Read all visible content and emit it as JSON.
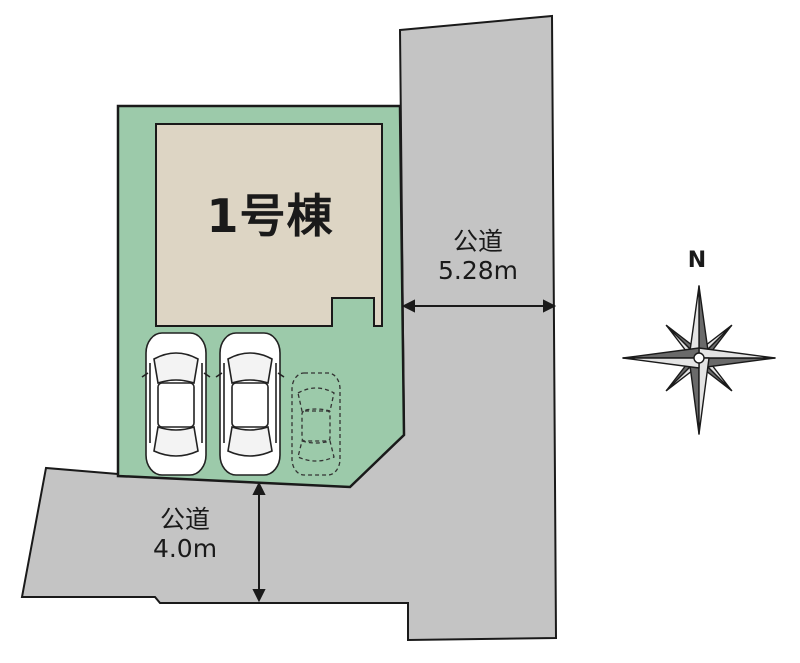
{
  "building": {
    "label": "1号棟"
  },
  "roads": {
    "east": {
      "kind": "公道",
      "width": "5.28m"
    },
    "south": {
      "kind": "公道",
      "width": "4.0m"
    }
  },
  "compass": {
    "north_label": "N"
  },
  "parking": {
    "solid_cars": 2,
    "dashed_cars": 1
  },
  "colors": {
    "lot": "#9ccaaa",
    "building": "#ddd5c4",
    "road": "#c4c4c4",
    "outline": "#1a1a1a",
    "compass_dark": "#6a6a6a",
    "compass_light": "#e4e4e4"
  }
}
